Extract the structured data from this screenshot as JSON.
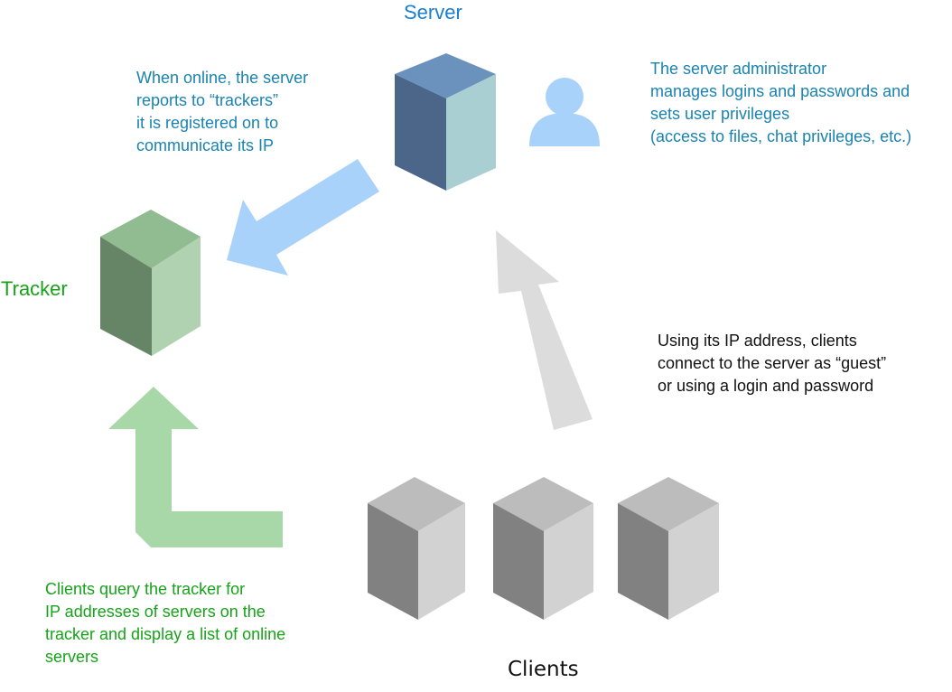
{
  "colors": {
    "server_blue": "#1a7fce",
    "server_note": "#1a83b0",
    "tracker_green": "#17a319",
    "dark_text": "#111111",
    "arrow_blue": "#a9d2fb",
    "arrow_gray": "#dcdcdc",
    "arrow_green": "#a8d8a8",
    "person": "#a9d2fb"
  },
  "nodes": {
    "server": {
      "label": "Server",
      "icon": "server-box-icon",
      "color_top": "#6b92bd",
      "color_left": "#4b6689",
      "color_right": "#a9cfd2"
    },
    "tracker": {
      "label": "Tracker",
      "icon": "server-box-icon",
      "color_top": "#91bb91",
      "color_left": "#668466",
      "color_right": "#b0d2b0"
    },
    "clients": {
      "label": "Clients",
      "icon": "server-box-icon",
      "count": 3,
      "color_top": "#bcbcbc",
      "color_left": "#818181",
      "color_right": "#d2d2d2"
    },
    "administrator": {
      "icon": "person-icon"
    }
  },
  "notes": {
    "server_to_tracker": [
      "When online, the server",
      "reports to “trackers”",
      "it is registered on to",
      "communicate its IP"
    ],
    "administrator": [
      "The server administrator",
      "manages logins and passwords and",
      "sets user privileges",
      "(access to files, chat privileges, etc.)"
    ],
    "clients_to_server": [
      "Using its IP address, clients",
      "connect to the server as  “guest”",
      "or using a login and password"
    ],
    "clients_to_tracker": [
      "Clients query the tracker for",
      "IP addresses of servers on the",
      "tracker and display a list of online",
      "servers"
    ]
  }
}
